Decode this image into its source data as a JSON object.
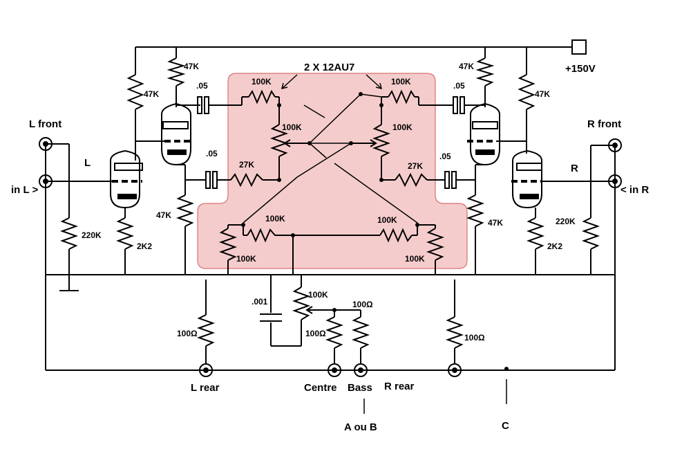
{
  "title": "2 X  12AU7",
  "supply": "+150V",
  "channels": {
    "left": "L",
    "right": "R"
  },
  "jacks": {
    "l_front": "L front",
    "r_front": "R front",
    "in_l": "in L >",
    "in_r": "< in R",
    "l_rear": "L rear",
    "centre": "Centre",
    "bass": "Bass",
    "r_rear": "R rear"
  },
  "points": {
    "ab": "A ou B",
    "c": "C"
  },
  "components": {
    "r_47k": "47K",
    "r_100k": "100K",
    "r_27k": "27K",
    "r_220k": "220K",
    "r_2k2": "2K2",
    "r_100ohm": "100Ω",
    "c_05": ".05",
    "c_001": ".001"
  },
  "colors": {
    "highlight_fill": "#f5cccc",
    "highlight_stroke": "#d87070"
  }
}
